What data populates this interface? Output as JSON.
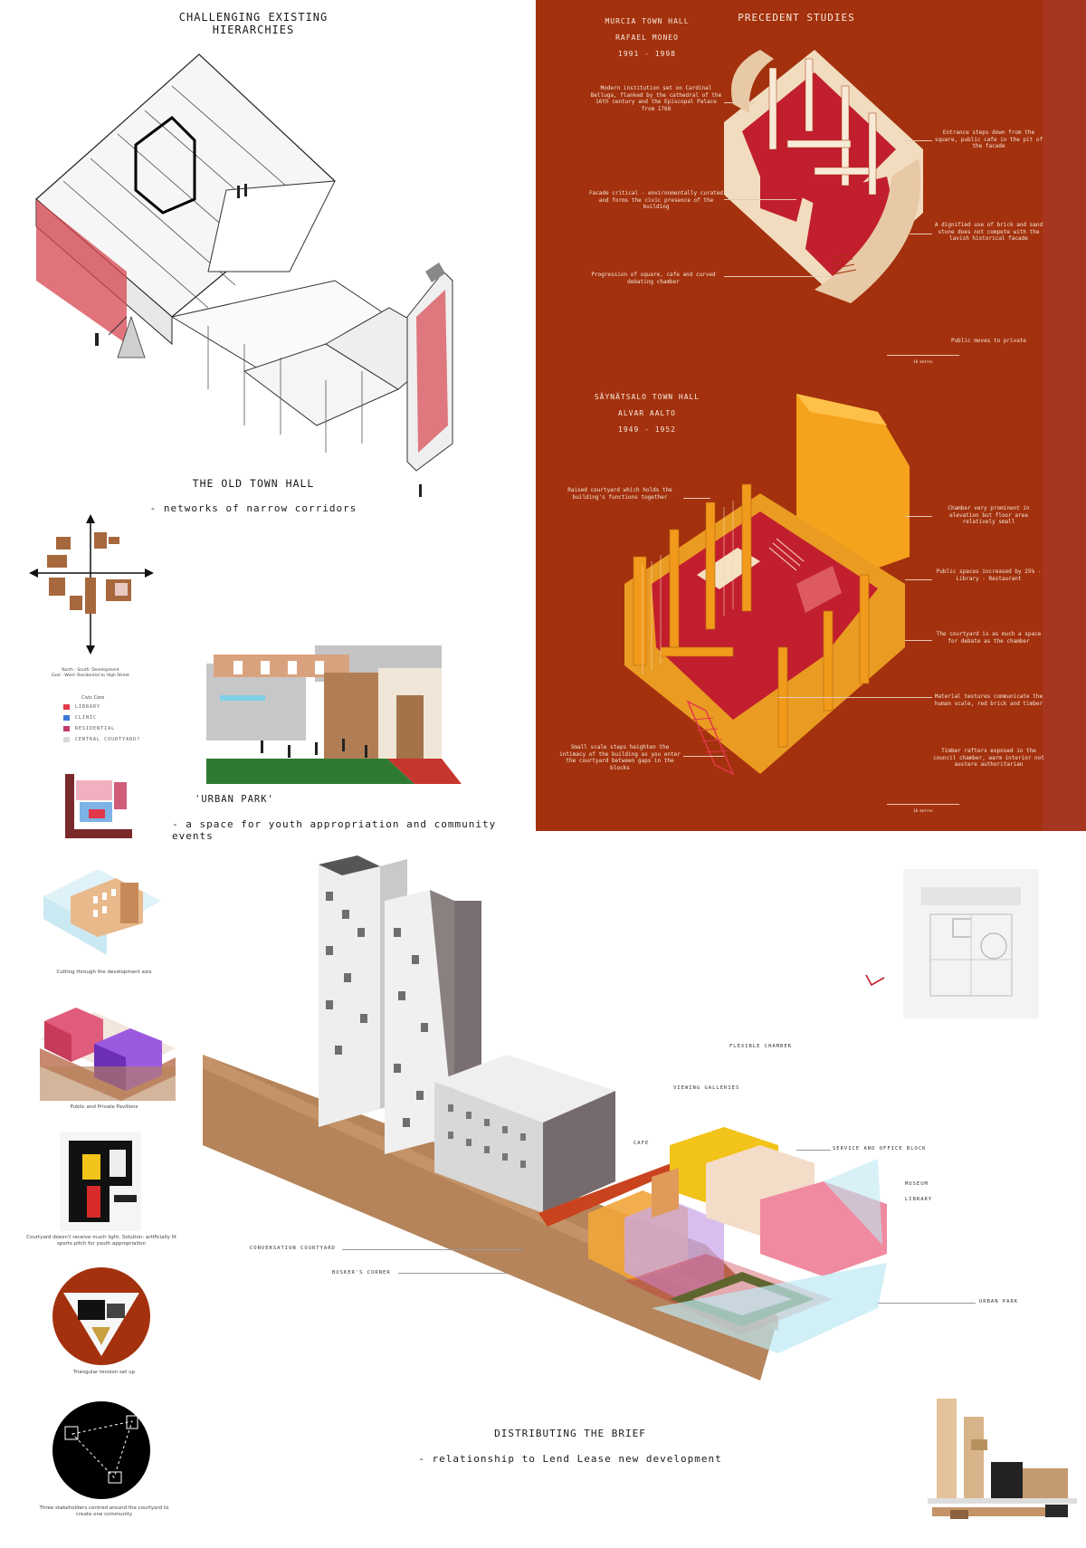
{
  "left_top": {
    "heading": "CHALLENGING EXISTING HIERARCHIES",
    "old_hall_title": "THE OLD TOWN HALL",
    "old_hall_sub": "- networks of narrow corridors",
    "axis_caption_1": "North - South: Development",
    "axis_caption_2": "East - West: Residential to High Street",
    "legend_title": "Civic Core",
    "legend": [
      {
        "label": "LIBRARY",
        "color": "#e2384a"
      },
      {
        "label": "CLINIC",
        "color": "#3a7ad6"
      },
      {
        "label": "RESIDENTIAL",
        "color": "#c23a6e"
      },
      {
        "label": "CENTRAL COURTYARD?",
        "color": "#d9d9d9"
      }
    ],
    "urban_park_title": "'URBAN PARK'",
    "urban_park_sub": "- a space for youth appropriation and community events"
  },
  "precedent": {
    "heading": "PRECEDENT STUDIES",
    "murcia": {
      "name": "MURCIA TOWN HALL",
      "architect": "RAFAEL MONEO",
      "years": "1991 - 1998",
      "notes": [
        "Modern institution set on Cardinal Belluga, flanked by the cathedral of the 16th century and the Episcopal Palace from 1768",
        "Facade critical - environmentally curated and forms the civic presence of the building",
        "Progression of square, cafe and curved debating chamber",
        "Entrance steps down from the square, public cafe in the pit of the facade",
        "A dignified use of brick and sand stone does not compete with the lavish historical facade",
        "Public moves to private"
      ],
      "scale": "10 metres"
    },
    "saynatsalo": {
      "name": "SÄYNÄTSALO TOWN HALL",
      "architect": "ALVAR AALTO",
      "years": "1949 - 1952",
      "notes": [
        "Raised courtyard which holds the building's functions together",
        "Small scale steps heighten the intimacy of the building as you enter the courtyard between gaps in the blocks",
        "Chamber very prominent in elevation but floor area relatively small",
        "Public spaces increased by 25% - Library - Restaurant",
        "The courtyard is as much a space for debate as the chamber",
        "Material textures communicate the human scale, red brick and timber",
        "Timber rafters exposed in the council chamber, warm interior not austere authoritarian"
      ],
      "scale": "10 metres"
    }
  },
  "left_bottom": {
    "captions": [
      "Cutting through the development axis",
      "Public and Private Pavilions",
      "Courtyard doesn't receive much light. Solution: artificially lit sports pitch for youth appropriation",
      "Triangular tension set up",
      "Three stakeholders centred around the courtyard to create one community"
    ]
  },
  "brief": {
    "labels": {
      "flexible_chamber": "FLEXIBLE CHAMBER",
      "viewing_galleries": "VIEWING GALLERIES",
      "cafe": "CAFE",
      "service_office": "SERVICE AND OFFICE BLOCK",
      "museum": "MUSEUM",
      "library": "LIBRARY",
      "conversation_courtyard": "CONVERSATION COURTYARD",
      "buskers_corner": "BUSKER'S CORNER",
      "urban_park": "URBAN PARK"
    },
    "title": "DISTRIBUTING THE BRIEF",
    "subtitle": "- relationship to Lend Lease new development"
  },
  "colors": {
    "panel": "#a3310d",
    "accent_red": "#c21f2e",
    "brick": "#a6683c",
    "yellow": "#f2c318",
    "pink": "#f08aa0",
    "green": "#2a8a2e",
    "ground": "#b5845a"
  }
}
